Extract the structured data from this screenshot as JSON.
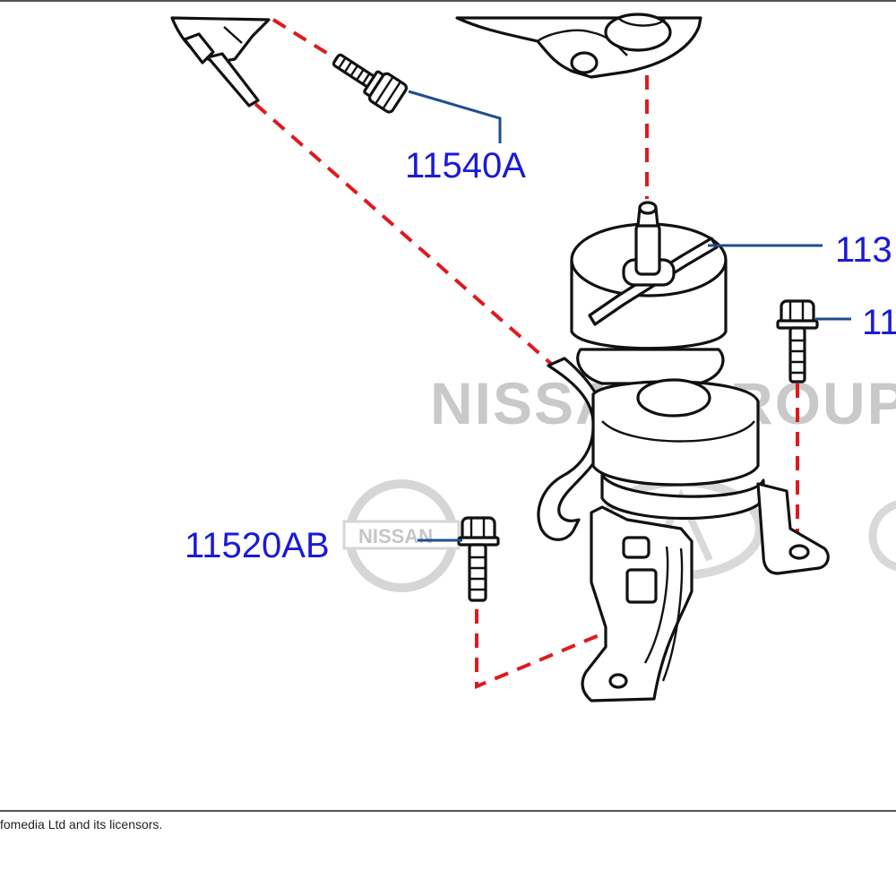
{
  "diagram": {
    "callouts": {
      "bolt_top": "11540A",
      "insulator_partial": "113",
      "bolt_right_partial": "11",
      "bolt_left": "11520AB"
    },
    "watermark_text": "NISSAN GROUP",
    "logo_text": "NISSAN"
  },
  "footer": {
    "copyright": "fomedia Ltd and its licensors."
  }
}
